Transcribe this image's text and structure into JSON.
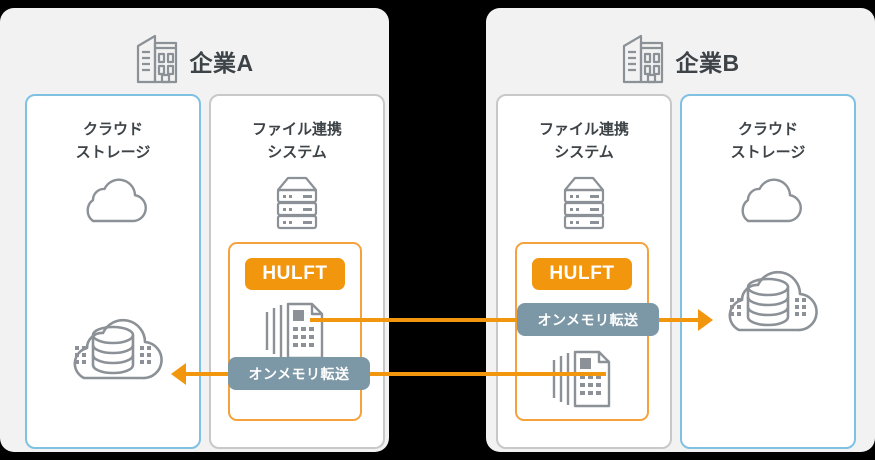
{
  "diagram": {
    "type": "network-transfer-diagram",
    "accent_orange": "#f2960d",
    "accent_blue": "#7fc1e3",
    "pill_color": "#7c97a6",
    "panel_bg": "#f2f2f2",
    "gap_bg": "#000000"
  },
  "panels": [
    {
      "id": "enterprise-a",
      "title": "企業A",
      "icon": "building-icon",
      "cards": [
        {
          "id": "cloud-storage-a",
          "title_lines": [
            "クラウド",
            "ストレージ"
          ],
          "accent": true,
          "icons": [
            "cloud-icon",
            "cloud-database-icon"
          ]
        },
        {
          "id": "file-linkage-a",
          "title_lines": [
            "ファイル連携",
            "システム"
          ],
          "accent": false,
          "icons": [
            "server-rack-icon",
            "document-transfer-icon"
          ],
          "hulft": {
            "label": "HULFT"
          }
        }
      ]
    },
    {
      "id": "enterprise-b",
      "title": "企業B",
      "icon": "building-icon",
      "cards": [
        {
          "id": "file-linkage-b",
          "title_lines": [
            "ファイル連携",
            "システム"
          ],
          "accent": false,
          "icons": [
            "server-rack-icon",
            "document-transfer-icon"
          ],
          "hulft": {
            "label": "HULFT"
          }
        },
        {
          "id": "cloud-storage-b",
          "title_lines": [
            "クラウド",
            "ストレージ"
          ],
          "accent": true,
          "icons": [
            "cloud-icon",
            "cloud-database-icon"
          ]
        }
      ]
    }
  ],
  "flows": [
    {
      "id": "flow-a-to-b",
      "label": "オンメモリ転送",
      "direction": "right",
      "from": "file-linkage-a",
      "to": "cloud-storage-b"
    },
    {
      "id": "flow-b-to-a",
      "label": "オンメモリ転送",
      "direction": "left",
      "from": "file-linkage-b",
      "to": "cloud-storage-a"
    }
  ]
}
